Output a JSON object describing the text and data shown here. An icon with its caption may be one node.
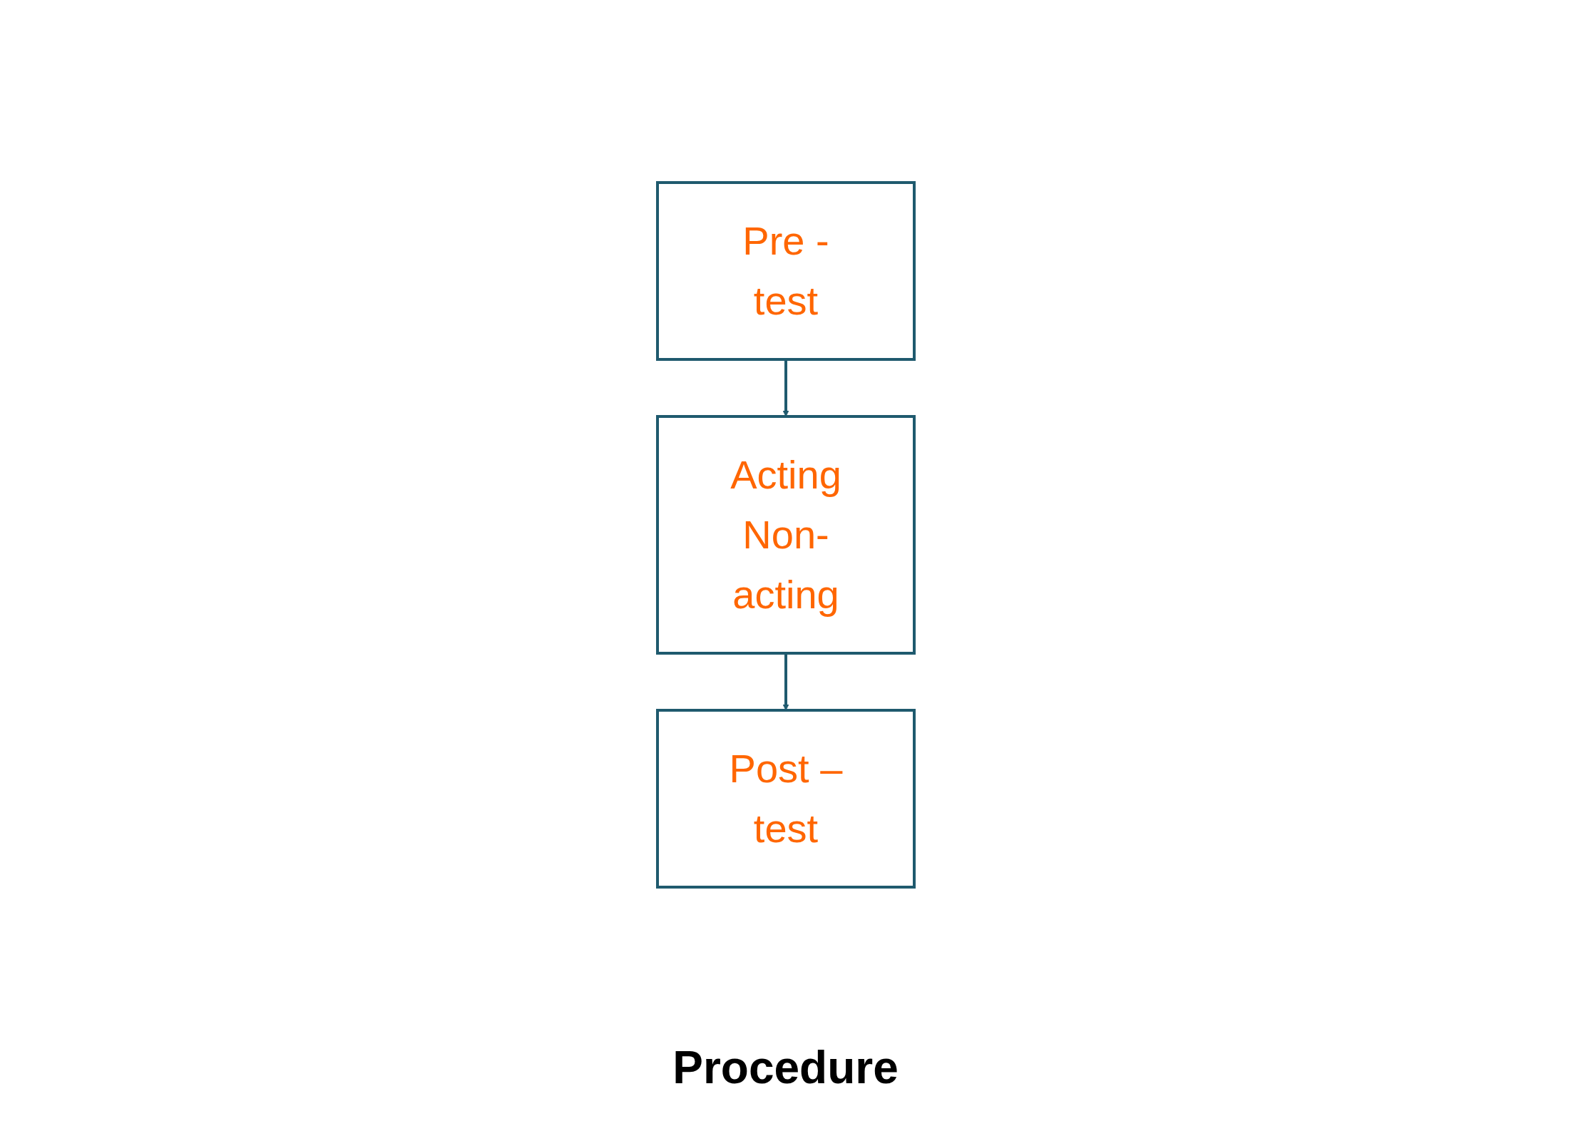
{
  "diagram": {
    "caption": "Procedure",
    "nodes": [
      {
        "text": [
          "Pre -test"
        ]
      },
      {
        "text": [
          "Acting",
          "Non-acting"
        ]
      },
      {
        "text": [
          "Post –test"
        ]
      }
    ],
    "edges": [
      {
        "from": 0,
        "to": 1,
        "arrow": "to"
      },
      {
        "from": 1,
        "to": 2,
        "arrow": "to"
      }
    ]
  }
}
